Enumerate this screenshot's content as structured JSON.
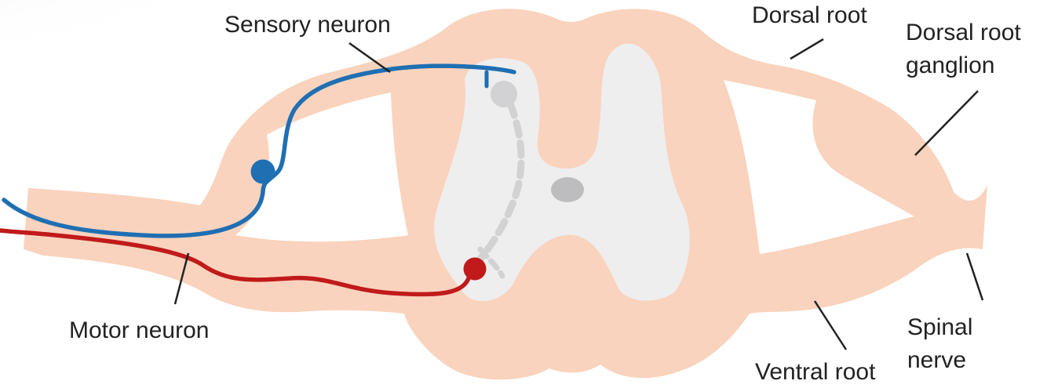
{
  "labels": {
    "sensory_neuron": "Sensory neuron",
    "motor_neuron": "Motor neuron",
    "dorsal_root": "Dorsal root",
    "dorsal_root_ganglion_line1": "Dorsal root",
    "dorsal_root_ganglion_line2": "ganglion",
    "ventral_root": "Ventral root",
    "spinal_nerve_line1": "Spinal",
    "spinal_nerve_line2": "nerve"
  },
  "colors": {
    "white_matter": "#f9d3bd",
    "gray_matter": "#eeeeef",
    "interneuron": "#d2d2d4",
    "sensory_neuron": "#1f6fb2",
    "motor_neuron": "#c01a1a",
    "central_canal": "#bdbdbf",
    "leader_line": "#222222"
  }
}
